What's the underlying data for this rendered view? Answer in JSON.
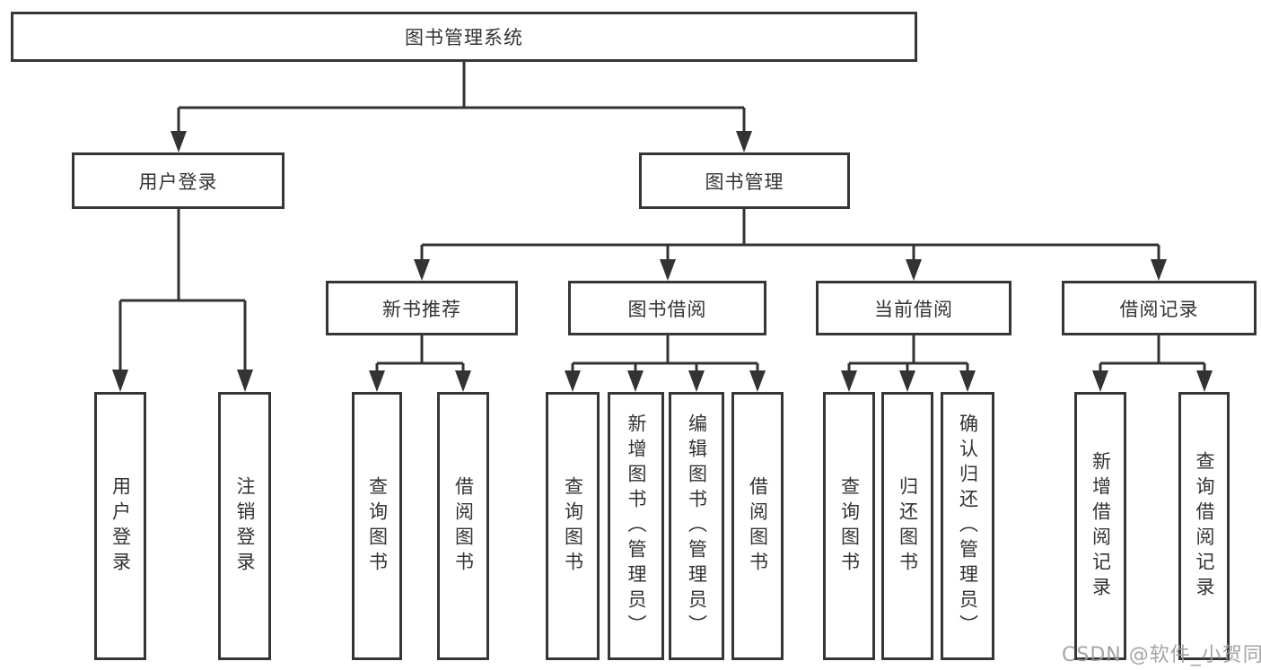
{
  "nodes": {
    "root": "图书管理系统",
    "user_login": "用户登录",
    "book_mgmt": "图书管理",
    "new_book_rec": "新书推荐",
    "book_borrow": "图书借阅",
    "current_borrow": "当前借阅",
    "borrow_records": "借阅记录",
    "leaf_user_login": "用户登录",
    "leaf_logout": "注销登录",
    "leaf_query_book_1": "查询图书",
    "leaf_borrow_book_1": "借阅图书",
    "leaf_query_book_2": "查询图书",
    "leaf_add_book": "新增图书（管理员）",
    "leaf_edit_book": "编辑图书（管理员）",
    "leaf_borrow_book_2": "借阅图书",
    "leaf_query_book_3": "查询图书",
    "leaf_return_book": "归还图书",
    "leaf_confirm_return": "确认归还（管理员）",
    "leaf_add_record": "新增借阅记录",
    "leaf_query_record": "查询借阅记录"
  },
  "watermark": "CSDN @软件_小贺同学",
  "colors": {
    "line": "#333333",
    "box_border": "#363636",
    "box_fill": "#ffffff",
    "text": "#333333",
    "watermark": "#9b9b9b",
    "background": "#ffffff"
  }
}
